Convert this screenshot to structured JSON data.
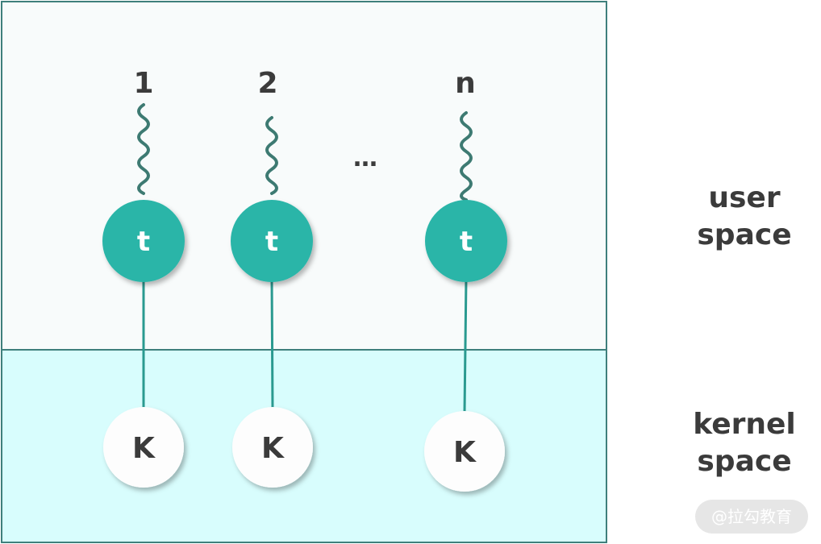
{
  "regions": {
    "user_label_line1": "user",
    "user_label_line2": "space",
    "kernel_label_line1": "kernel",
    "kernel_label_line2": "space"
  },
  "threads": [
    {
      "number": "1",
      "user_label": "t",
      "kernel_label": "K"
    },
    {
      "number": "2",
      "user_label": "t",
      "kernel_label": "K"
    },
    {
      "number": "n",
      "user_label": "t",
      "kernel_label": "K"
    }
  ],
  "ellipsis": "…",
  "watermark": "@拉勾教育",
  "colors": {
    "thread_fill": "#2bb5a8",
    "connector": "#2a9a90",
    "squiggle": "#3d7a72",
    "user_bg": "#f8fbfb",
    "kernel_bg": "#d8fdfd",
    "border": "#3f7f7c",
    "text": "#3b3b3b"
  }
}
